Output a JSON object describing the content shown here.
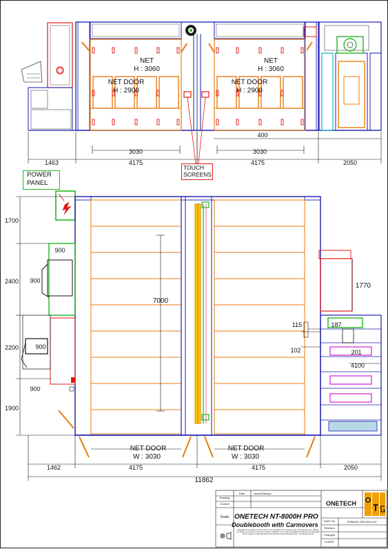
{
  "elevation": {
    "net_labels": [
      {
        "net": "NET",
        "height": "H : 3060"
      },
      {
        "net": "NET",
        "height": "H : 3060"
      }
    ],
    "net_door_labels": [
      {
        "door": "NET DOOR",
        "height": "H : 2900"
      },
      {
        "door": "NET DOOR",
        "height": "H : 2900"
      }
    ],
    "dim_400": "400",
    "dim_inner": [
      "3030",
      "3030"
    ],
    "dim_outer": [
      "1463",
      "4175",
      "4175",
      "2050"
    ],
    "touch_screens": "TOUCH\nSCREENS"
  },
  "plan": {
    "power_panel": "POWER\nPANEL",
    "left_dims": [
      "1700",
      "2400",
      "2200",
      "1900"
    ],
    "side_dims": [
      "900",
      "900",
      "900",
      "900"
    ],
    "dim_7000": "7000",
    "net_door_labels": [
      {
        "door": "NET DOOR",
        "width": "W : 3030"
      },
      {
        "door": "NET DOOR",
        "width": "W : 3030"
      }
    ],
    "right_dims": {
      "d1770": "1770",
      "d115": "115",
      "d187": "187",
      "d102": "102",
      "d201": "201",
      "d4100": "4100"
    },
    "bottom_dims": [
      "1462",
      "4175",
      "4175",
      "2050"
    ],
    "total": "11862"
  },
  "title_block": {
    "header_cells": [
      "Drawing",
      "Control",
      "Date",
      "Name/Stamps"
    ],
    "scale_label": "Scale",
    "product_title": "ONETECH NT-8000H PRO",
    "product_subtitle": "Doublebooth with Carmovers",
    "copyright": "Copyright to this design remains with us. It is intended for the receiver only, to the personal use. Without our written permission it may not be copied, multiplied, or be made accessible to third persons. Disregard by the receiver or third will attract civil law and criminal consequences. The designs and all",
    "brand": "ONETECH",
    "logo_text": "OTG",
    "rows": [
      {
        "label": "DWG No",
        "value": "NT8000H-2000-501-001"
      },
      {
        "label": "Revision",
        "value": ""
      },
      {
        "label": "Changed",
        "value": ""
      },
      {
        "label": "CLIENT",
        "value": ""
      }
    ]
  },
  "colors": {
    "wall": "#1a1ab0",
    "red": "#e01818",
    "orange": "#e87a0e",
    "green": "#22b422",
    "magenta": "#d21ed2",
    "cyan": "#18b8c8",
    "yellow": "#f0d000",
    "dark": "#1b1b1b"
  }
}
